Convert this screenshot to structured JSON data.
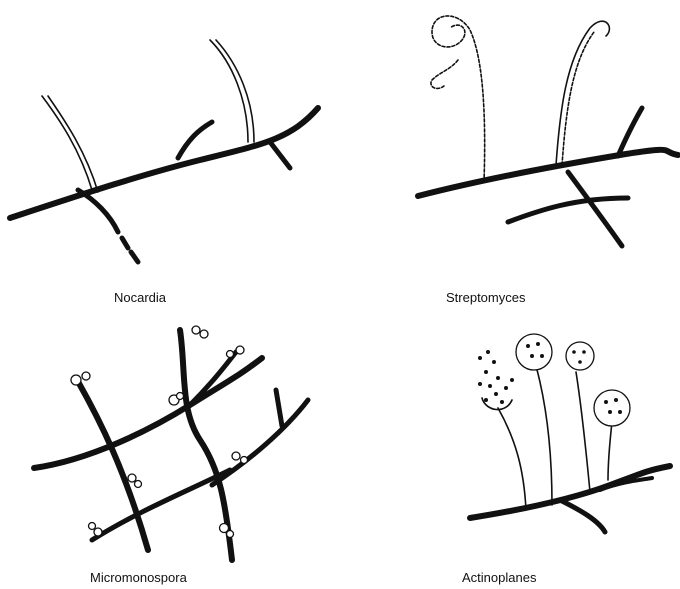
{
  "panels": [
    {
      "id": "nocardia",
      "label": "Nocardia"
    },
    {
      "id": "streptomyces",
      "label": "Streptomyces"
    },
    {
      "id": "micromonospora",
      "label": "Micromonospora"
    },
    {
      "id": "actinoplanes",
      "label": "Actinoplanes"
    }
  ],
  "colors": {
    "ink": "#111111",
    "background": "#ffffff"
  }
}
